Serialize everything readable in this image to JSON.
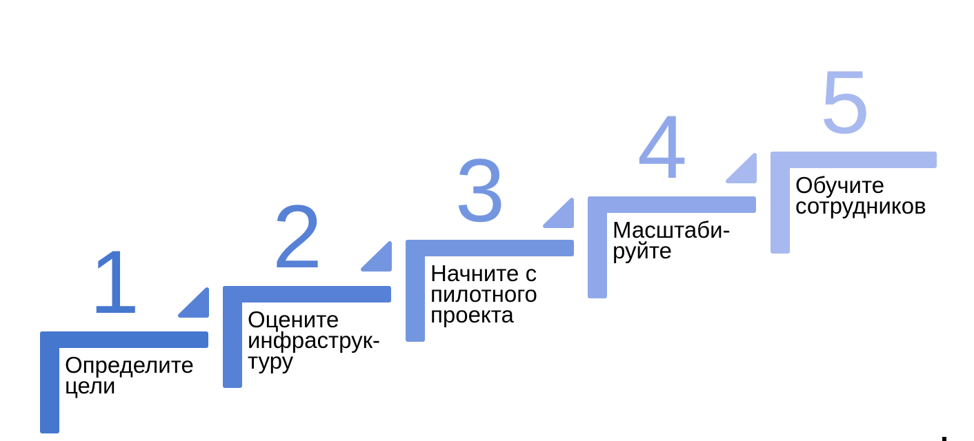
{
  "diagram": {
    "type": "staircase-process-diagram",
    "background_color": "#FFFFFF",
    "label_text_color": "#000000",
    "arrow_icon": "up-right-triangle",
    "cursor_mark_color": "#000000",
    "steps": [
      {
        "number": "1",
        "lines": [
          "Определите",
          "цели"
        ],
        "color": "#4577CF"
      },
      {
        "number": "2",
        "lines": [
          "Оцените",
          "инфраструк-",
          "туру"
        ],
        "color": "#5681D6"
      },
      {
        "number": "3",
        "lines": [
          "Начните с",
          "пилотного",
          "проекта"
        ],
        "color": "#7496E1"
      },
      {
        "number": "4",
        "lines": [
          "Масштаби-",
          "руйте"
        ],
        "color": "#90A8E9"
      },
      {
        "number": "5",
        "lines": [
          "Обучите",
          "сотрудников"
        ],
        "color": "#A8B9EF"
      }
    ]
  }
}
